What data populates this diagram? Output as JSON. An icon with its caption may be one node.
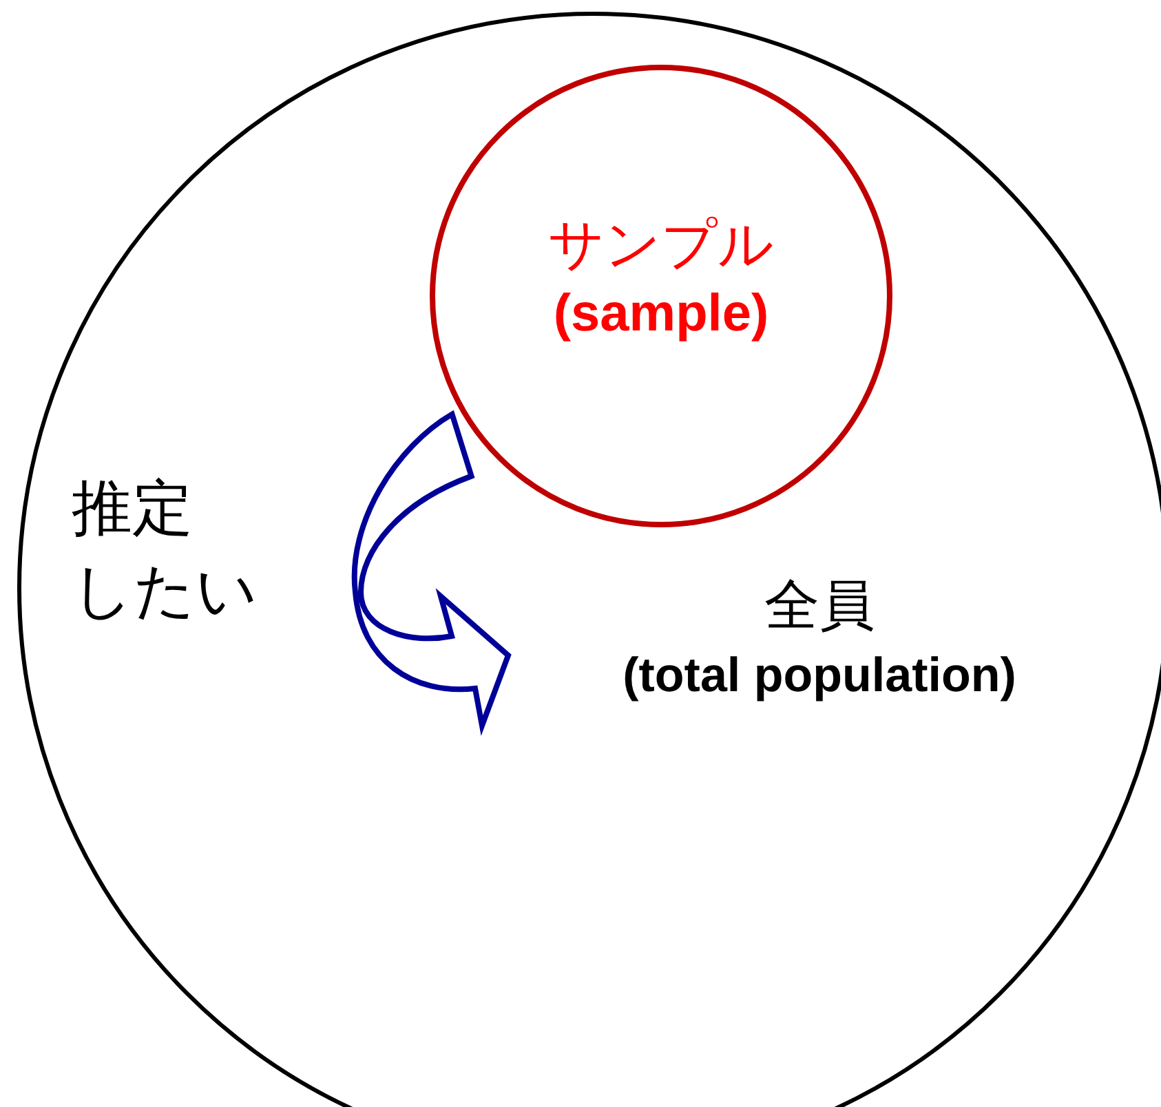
{
  "diagram": {
    "nodes": [
      {
        "text": [],
        "shape": "circle"
      },
      {
        "text": [
          "サンプル",
          "(sample)"
        ],
        "in": 0
      },
      {
        "text": [
          "全員",
          "(total population)"
        ],
        "in": 0
      }
    ],
    "edges": [
      {
        "from": 1,
        "to": 2,
        "arrow": "to",
        "label": "推定したい"
      }
    ]
  }
}
